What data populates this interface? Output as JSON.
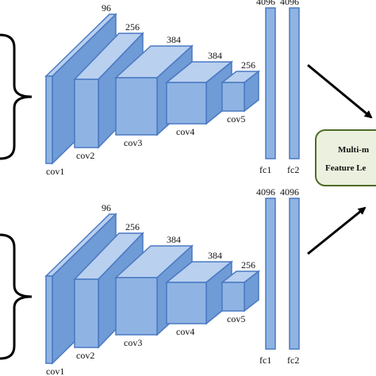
{
  "colors": {
    "block_front": "#8fb4e3",
    "block_top": "#b9d0ef",
    "block_side": "#6f9bd6",
    "block_edge": "#4a79c2",
    "fusion_fill": "#ebf1de",
    "fusion_edge": "#4f6b2a",
    "brace": "#000000",
    "arrow": "#000000"
  },
  "branches": [
    {
      "id": "upper",
      "layers": [
        {
          "name": "cov1",
          "channels": "96"
        },
        {
          "name": "cov2",
          "channels": "256"
        },
        {
          "name": "cov3",
          "channels": "384"
        },
        {
          "name": "cov4",
          "channels": "384"
        },
        {
          "name": "cov5",
          "channels": "256"
        }
      ],
      "fc": [
        {
          "name": "fc1",
          "units": "4096"
        },
        {
          "name": "fc2",
          "units": "4096"
        }
      ]
    },
    {
      "id": "lower",
      "layers": [
        {
          "name": "cov1",
          "channels": "96"
        },
        {
          "name": "cov2",
          "channels": "256"
        },
        {
          "name": "cov3",
          "channels": "384"
        },
        {
          "name": "cov4",
          "channels": "384"
        },
        {
          "name": "cov5",
          "channels": "256"
        }
      ],
      "fc": [
        {
          "name": "fc1",
          "units": "4096"
        },
        {
          "name": "fc2",
          "units": "4096"
        }
      ]
    }
  ],
  "fusion": {
    "line1": "Multi-m",
    "line2": "Feature Le"
  }
}
